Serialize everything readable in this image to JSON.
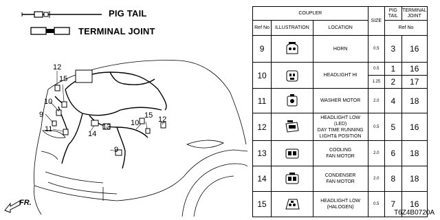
{
  "legend": {
    "pig_tail": "PIG TAIL",
    "terminal_joint": "TERMINAL JOINT"
  },
  "callouts": [
    "12",
    "15",
    "10",
    "9",
    "11",
    "14",
    "13",
    "10",
    "15",
    "12",
    "9"
  ],
  "direction_label": "FR.",
  "diagram_code": "T6Z4B0720A",
  "table": {
    "headers": {
      "coupler": "COUPLER",
      "pig_tail": "PIG TAIL",
      "terminal_joint": "TERMINAL JOINT",
      "ref_no": "Ref No",
      "illustration": "ILLUSTRATION",
      "location": "LOCATION",
      "size": "SIZE",
      "ref_no2": "Ref No"
    },
    "rows": [
      {
        "ref": "9",
        "location": "HORN",
        "subs": [
          {
            "size": "0.5",
            "pig": "3",
            "joint": "16"
          }
        ]
      },
      {
        "ref": "10",
        "location": "HEADLIGHT HI",
        "subs": [
          {
            "size": "0.5",
            "pig": "1",
            "joint": "16"
          },
          {
            "size": "1.25",
            "pig": "2",
            "joint": "17"
          }
        ]
      },
      {
        "ref": "11",
        "location": "WASHER MOTOR",
        "subs": [
          {
            "size": "2.0",
            "pig": "4",
            "joint": "18"
          }
        ]
      },
      {
        "ref": "12",
        "location_lines": [
          "HEADLIGHT LOW",
          "(LED)",
          "DAY TIME RUNNING",
          "LIGHT& POSITION"
        ],
        "subs": [
          {
            "size": "0.5",
            "pig": "5",
            "joint": "16"
          }
        ]
      },
      {
        "ref": "13",
        "location_lines": [
          "COOLING",
          "FAN MOTOR"
        ],
        "subs": [
          {
            "size": "2.0",
            "pig": "6",
            "joint": "18"
          }
        ]
      },
      {
        "ref": "14",
        "location_lines": [
          "CONDENSER",
          "FAN MOTOR"
        ],
        "subs": [
          {
            "size": "2.0",
            "pig": "8",
            "joint": "18"
          }
        ]
      },
      {
        "ref": "15",
        "location_lines": [
          "HEADLIGHT LOW",
          "(HALOGEN)"
        ],
        "subs": [
          {
            "size": "0.5",
            "pig": "7",
            "joint": "16"
          }
        ]
      }
    ]
  }
}
